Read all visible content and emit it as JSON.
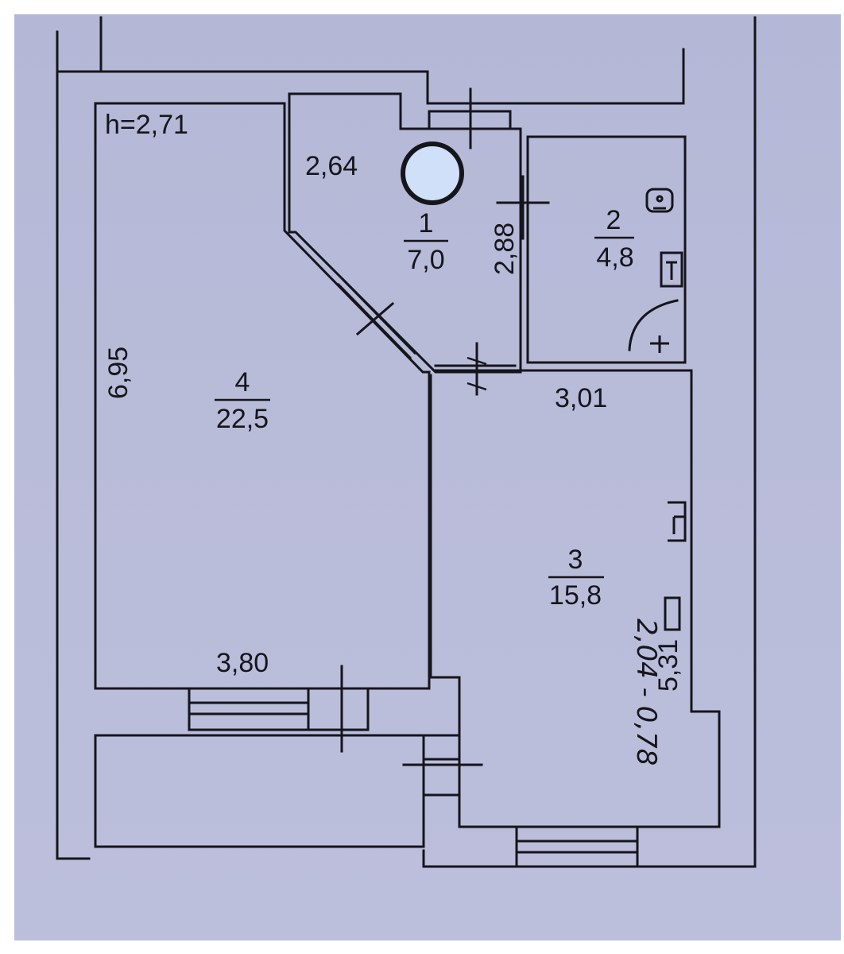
{
  "plan": {
    "ceiling_height": "h=2,71",
    "rooms": [
      {
        "id": "1",
        "area": "7,0"
      },
      {
        "id": "2",
        "area": "4,8"
      },
      {
        "id": "3",
        "area": "15,8"
      },
      {
        "id": "4",
        "area": "22,5"
      }
    ],
    "dimensions": {
      "corridor_width": "2,64",
      "bath_wall": "2,88",
      "kitchen_width": "3,01",
      "living_height": "6,95",
      "living_width": "3,80",
      "kitchen_length": "5,31"
    },
    "handwritten_note": "2,04 - 0,78",
    "colors": {
      "paper": "#b8bbd8",
      "ink": "#15151c",
      "circle_fill": "#cfe0f8"
    }
  }
}
